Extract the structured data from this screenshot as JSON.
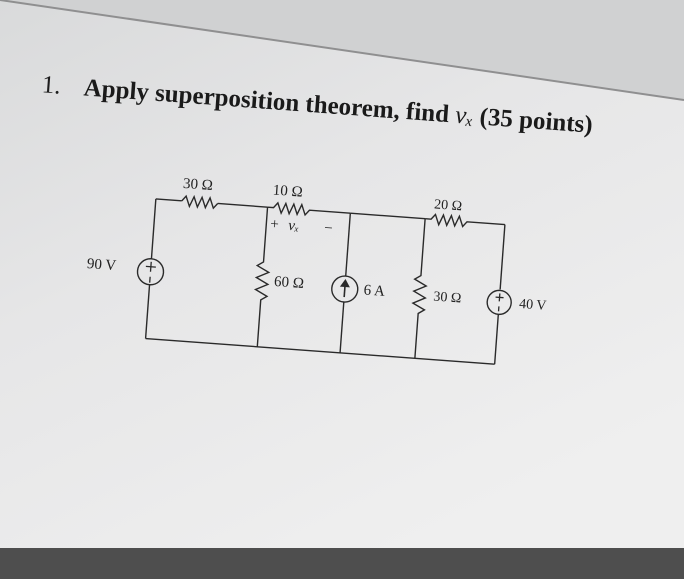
{
  "question": {
    "number": "1.",
    "text": "Apply superposition theorem, find",
    "variable": "vₓ",
    "points": "(35 points)"
  },
  "circuit": {
    "sources": {
      "left_voltage": "90 V",
      "current": "6 A",
      "right_voltage": "40 V"
    },
    "resistors": {
      "r_top_left": "30 Ω",
      "r_top_mid": "10 Ω",
      "r_top_right": "20 Ω",
      "r_shunt_60": "60 Ω",
      "r_shunt_30": "30 Ω"
    },
    "vx_label": {
      "plus": "+",
      "name": "vₓ",
      "minus": "−"
    }
  }
}
